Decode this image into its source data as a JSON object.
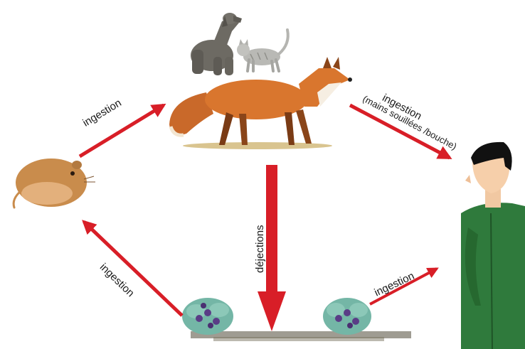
{
  "edges": [
    {
      "from": "vole",
      "to": "fox",
      "label": "ingestion"
    },
    {
      "from": "fox",
      "to": "human",
      "label": "ingestion",
      "sublabel": "(mains souillées /bouche)"
    },
    {
      "from": "fox",
      "to": "ground",
      "label": "déjections"
    },
    {
      "from": "plants",
      "to": "vole",
      "label": "ingestion"
    },
    {
      "from": "plants",
      "to": "human",
      "label": "ingestion"
    }
  ],
  "nodes": {
    "carnivores": [
      "dog",
      "cat",
      "fox"
    ],
    "intermediate_host": "vole",
    "environment": "plants",
    "accidental_host": "human"
  },
  "colors": {
    "arrow": "#d81e27",
    "fox": "#d9762e",
    "human_suit": "#2f7a3c",
    "vole": "#c98c4c",
    "plant_leaf": "#74b6a6",
    "plant_berry": "#5a3d86"
  }
}
